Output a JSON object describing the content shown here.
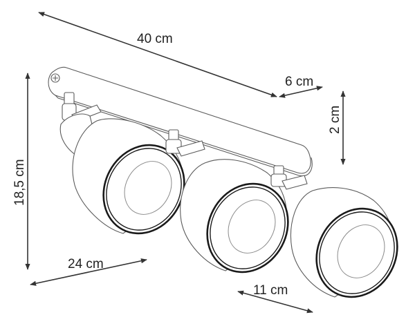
{
  "dimensions": {
    "length": "40 cm",
    "depth": "6 cm",
    "height": "18,5 cm",
    "lamp_width": "24 cm",
    "shade_diameter": "11 cm",
    "base_thickness": "2 cm"
  },
  "colors": {
    "line": "#5a5a5a",
    "rim": "#1a1a1a",
    "arrow": "#333333",
    "text": "#222222"
  }
}
